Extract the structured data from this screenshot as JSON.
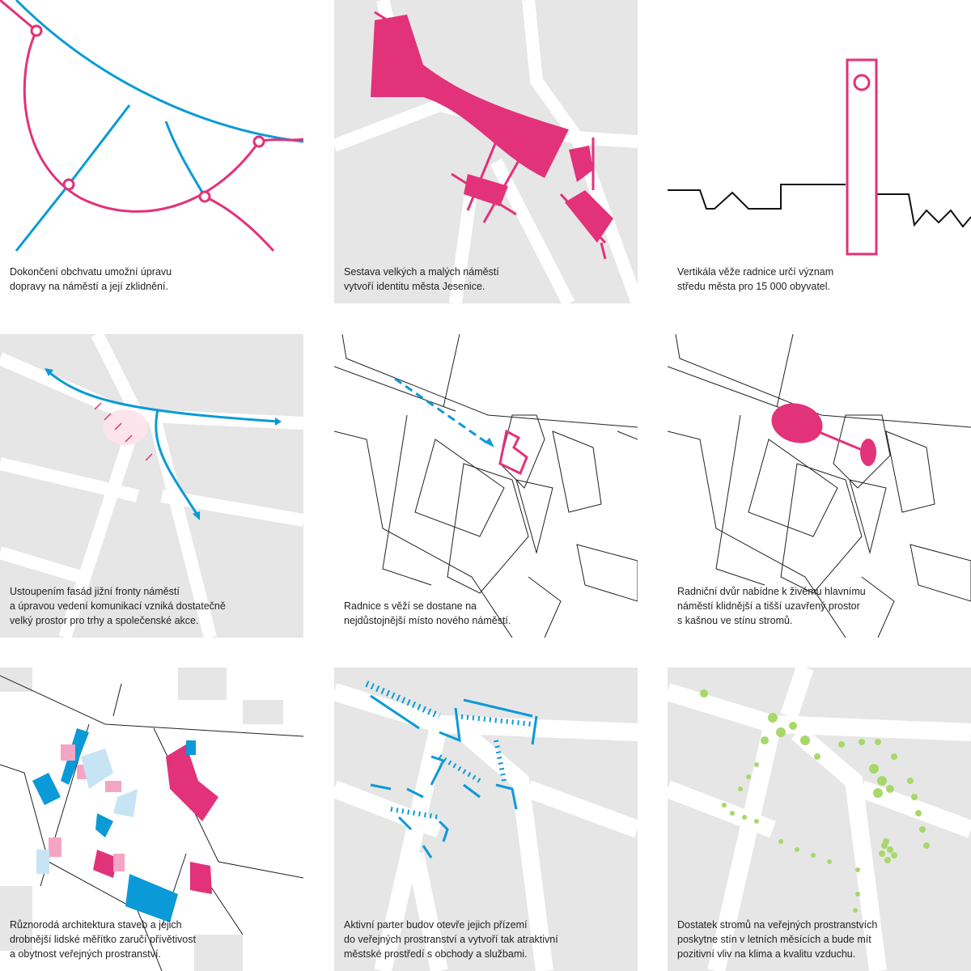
{
  "colors": {
    "pink": "#e2327a",
    "blue": "#0a9ad7",
    "green": "#a8d86a",
    "gray": "#e6e6e6"
  },
  "panels": [
    {
      "caption": "Dokončení obchvatu umožní úpravu\ndopravy na náměstí a její zklidnění."
    },
    {
      "caption": "Sestava velkých a malých náměstí\nvytvoří identitu města Jesenice."
    },
    {
      "caption": "Vertikála věže radnice určí význam\nstředu města pro 15 000 obyvatel."
    },
    {
      "caption": "Ustoupením fasád jižní fronty náměstí\na úpravou vedení komunikací vzniká dostatečně\nvelký prostor pro trhy a společenské akce."
    },
    {
      "caption": "Radnice s věží se dostane na\nnejdůstojnější místo nového náměstí."
    },
    {
      "caption": "Radniční dvůr nabídne k živému hlavnímu\nnáměstí klidnější a tišší uzavřený prostor\ns kašnou ve stínu stromů."
    },
    {
      "caption": "Různorodá architektura staveb a jejich\ndrobnější lidské měřítko zaručí přívětivost\na obytnost veřejných prostranství."
    },
    {
      "caption": "Aktivní parter budov otevře jejich přízemí\ndo veřejných prostranství a vytvoří tak atraktivní\nměstské prostředí s obchody a službami."
    },
    {
      "caption": "Dostatek stromů na veřejných prostranstvích\nposkytne stín v letních měsících a bude mít\npozitivní vliv na klima a kvalitu vzduchu."
    }
  ]
}
